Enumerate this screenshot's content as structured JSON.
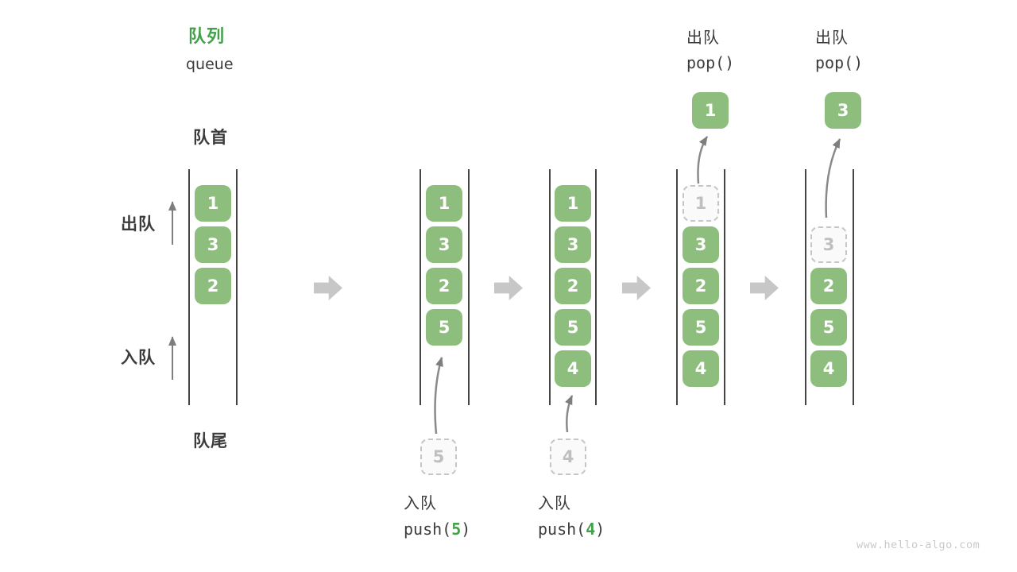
{
  "title": {
    "zh": "队列",
    "en": "queue"
  },
  "side_labels": {
    "front": "队首",
    "rear": "队尾",
    "dequeue": "出队",
    "enqueue": "入队"
  },
  "colors": {
    "accent_green": "#42A148",
    "box_green": "#8DBE7D",
    "dark_text": "#3c3c3c",
    "block_arrow_gray": "#c7c7c7",
    "muted_gray": "#bfbfbf"
  },
  "watermark": "www.hello-algo.com",
  "operations": {
    "push5": {
      "label": "入队",
      "fn": "push(",
      "arg": "5",
      "close": ")"
    },
    "push4": {
      "label": "入队",
      "fn": "push(",
      "arg": "4",
      "close": ")"
    },
    "pop1": {
      "label": "出队",
      "code": "pop()"
    },
    "pop2": {
      "label": "出队",
      "code": "pop()"
    }
  },
  "queues": [
    {
      "name": "state-initial",
      "boxes": [
        {
          "value": "1"
        },
        {
          "value": "3"
        },
        {
          "value": "2"
        }
      ]
    },
    {
      "name": "state-after-push5",
      "boxes": [
        {
          "value": "1"
        },
        {
          "value": "3"
        },
        {
          "value": "2"
        },
        {
          "value": "5"
        }
      ],
      "pending": {
        "value": "5"
      }
    },
    {
      "name": "state-after-push4",
      "boxes": [
        {
          "value": "1"
        },
        {
          "value": "3"
        },
        {
          "value": "2"
        },
        {
          "value": "5"
        },
        {
          "value": "4"
        }
      ],
      "pending": {
        "value": "4"
      }
    },
    {
      "name": "state-after-pop1",
      "boxes": [
        {
          "value": "1",
          "state": "dashed"
        },
        {
          "value": "3"
        },
        {
          "value": "2"
        },
        {
          "value": "5"
        },
        {
          "value": "4"
        }
      ],
      "popped": {
        "value": "1"
      }
    },
    {
      "name": "state-after-pop3",
      "boxes": [
        {
          "value": "3",
          "state": "dashed"
        },
        {
          "value": "2"
        },
        {
          "value": "5"
        },
        {
          "value": "4"
        }
      ],
      "popped": {
        "value": "3"
      }
    }
  ]
}
